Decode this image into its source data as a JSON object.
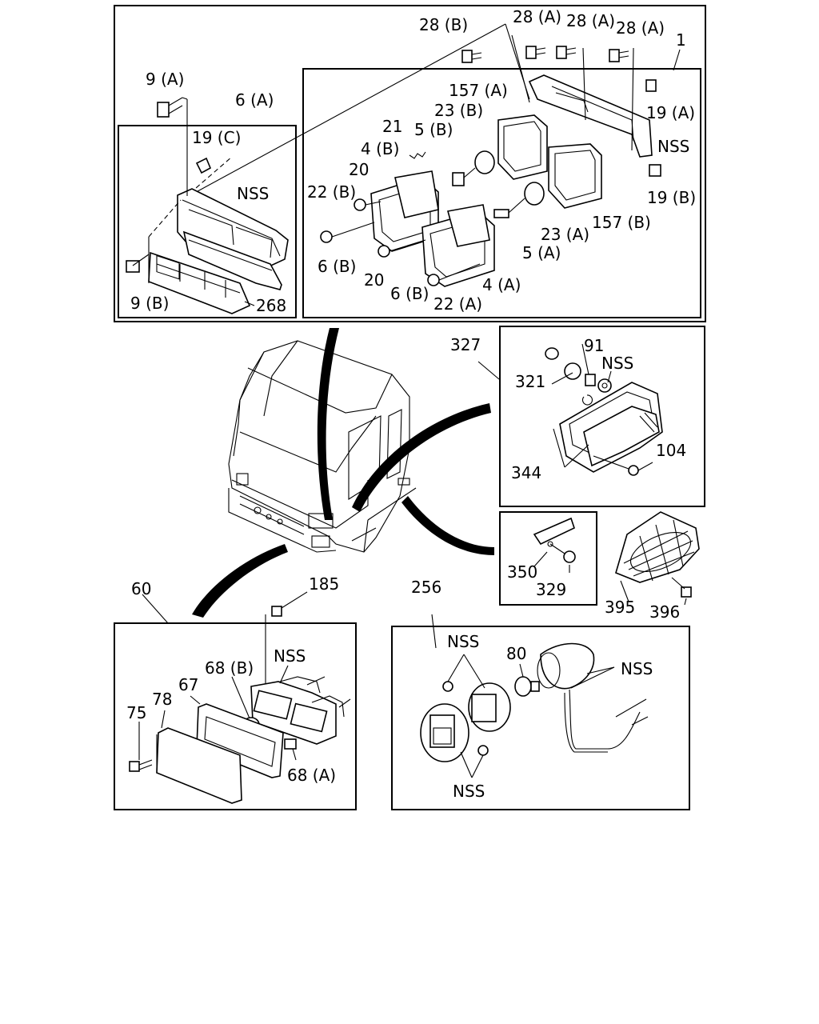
{
  "labels": {
    "top": [
      "28 (B)",
      "28 (A)",
      "28 (A)",
      "28 (A)",
      "1",
      "9 (A)",
      "6 (A)",
      "157 (A)",
      "23 (B)",
      "19 (A)",
      "21",
      "5 (B)",
      "19 (C)",
      "4 (B)",
      "NSS",
      "20",
      "NSS",
      "22 (B)",
      "19 (B)",
      "23 (A)",
      "157 (B)",
      "5 (A)",
      "6 (B)",
      "20",
      "9 (B)",
      "4 (A)",
      "6 (B)",
      "22 (A)",
      "268"
    ],
    "side": [
      "327",
      "91",
      "NSS",
      "321",
      "104",
      "344"
    ],
    "plate": [
      "350",
      "329"
    ],
    "guard": [
      "395",
      "396"
    ],
    "front": [
      "60",
      "185",
      "NSS",
      "68 (B)",
      "67",
      "78",
      "75",
      "68 (A)"
    ],
    "fog": [
      "256",
      "NSS",
      "80",
      "NSS",
      "NSS"
    ]
  }
}
